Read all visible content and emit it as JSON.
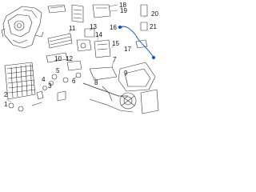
{
  "callouts": [
    {
      "id": "c1",
      "text": "1"
    },
    {
      "id": "c2",
      "text": "2"
    },
    {
      "id": "c3",
      "text": "3"
    },
    {
      "id": "c4",
      "text": "4"
    },
    {
      "id": "c5",
      "text": "5"
    },
    {
      "id": "c6",
      "text": "6"
    },
    {
      "id": "c7",
      "text": "7"
    },
    {
      "id": "c8",
      "text": "8"
    },
    {
      "id": "c9",
      "text": "9"
    },
    {
      "id": "c10",
      "text": "10"
    },
    {
      "id": "c11",
      "text": "11"
    },
    {
      "id": "c12",
      "text": "12"
    },
    {
      "id": "c13",
      "text": "13"
    },
    {
      "id": "c14",
      "text": "14"
    },
    {
      "id": "c15",
      "text": "15"
    },
    {
      "id": "c16",
      "text": "16"
    },
    {
      "id": "c17",
      "text": "17"
    },
    {
      "id": "c18",
      "text": "18"
    },
    {
      "id": "c19",
      "text": "19"
    },
    {
      "id": "c20",
      "text": "20"
    },
    {
      "id": "c21",
      "text": "21"
    }
  ],
  "colors": {
    "line": "#333333",
    "wire": "#1a56c4",
    "bg": "#ffffff"
  }
}
